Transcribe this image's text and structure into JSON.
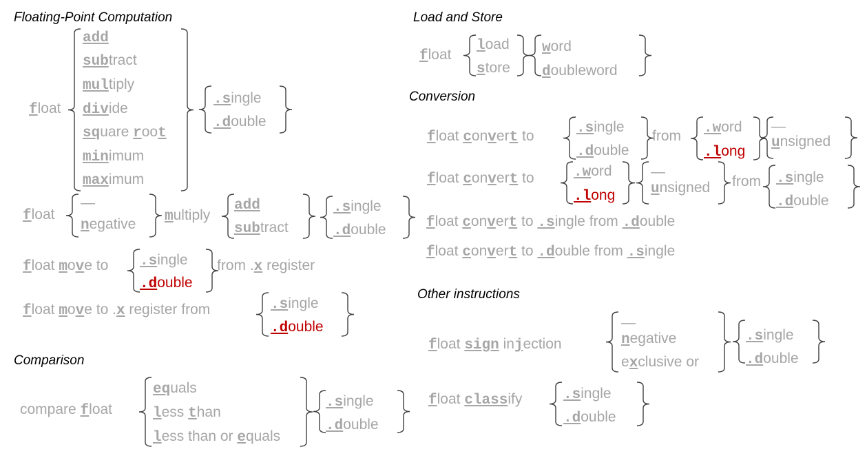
{
  "headers": {
    "fp": "Floating-Point  Computation",
    "ls": "Load and Store",
    "conv": "Conversion",
    "cmp": "Comparison",
    "other": "Other instructions"
  },
  "fp_ops": [
    {
      "bold": "add",
      "rest": ""
    },
    {
      "bold": "sub",
      "rest": "tract"
    },
    {
      "bold": "mul",
      "rest": "tiply"
    },
    {
      "bold": "div",
      "rest": "ide"
    },
    {
      "bold": "sq",
      "rest": "uare ",
      "bold2": "r",
      "rest2": "oo",
      "bold3": "t"
    },
    {
      "bold": "min",
      "rest": "imum"
    },
    {
      "bold": "max",
      "rest": "imum"
    }
  ],
  "fp_float": {
    "bold": "f",
    "rest": "loat"
  },
  "fp_prec": [
    {
      "bold": ".s",
      "rest": "ingle"
    },
    {
      "bold": ".d",
      "rest": "ouble"
    }
  ],
  "fneg": {
    "float": {
      "bold": "f",
      "rest": "loat"
    },
    "opt": [
      "—",
      {
        "bold": "n",
        "rest": "egative"
      }
    ],
    "mult": {
      "bold": "m",
      "rest": "ultiply"
    },
    "ops": [
      {
        "bold": "add",
        "rest": ""
      },
      {
        "bold": "sub",
        "rest": "tract"
      }
    ],
    "prec": [
      {
        "bold": ".s",
        "rest": "ingle"
      },
      {
        "bold": ".d",
        "rest": "ouble"
      }
    ]
  },
  "fmove1": {
    "float": {
      "bold": "f",
      "rest": "loat "
    },
    "move": {
      "bold": "m",
      "mid": "o",
      "bold2": "v",
      "rest": "e"
    },
    "to": " to",
    "prec": [
      {
        "bold": ".s",
        "rest": "ingle"
      },
      {
        "bold": ".d",
        "rest": "ouble"
      }
    ],
    "from": "from .",
    "x": "x",
    "reg": " register"
  },
  "fmove2": {
    "float": {
      "bold": "f",
      "rest": "loat "
    },
    "move": {
      "bold": "m",
      "mid": "o",
      "bold2": "v",
      "rest": "e"
    },
    "to": " to .",
    "x": "x",
    "regfrom": " register from",
    "prec": [
      {
        "bold": ".s",
        "rest": "ingle"
      },
      {
        "bold": ".d",
        "rest": "ouble"
      }
    ]
  },
  "cmp": {
    "compare": "compare ",
    "float": {
      "bold": "f",
      "rest": "loat"
    },
    "ops": [
      {
        "bold": "eq",
        "rest": "uals"
      },
      {
        "bold": "l",
        "rest": "ess ",
        "bold2": "t",
        "rest2": "han"
      },
      {
        "bold": "l",
        "rest": "ess than or ",
        "bold2": "e",
        "rest2": "quals"
      }
    ],
    "prec": [
      {
        "bold": ".s",
        "rest": "ingle"
      },
      {
        "bold": ".d",
        "rest": "ouble"
      }
    ]
  },
  "ls": {
    "float": {
      "bold": "f",
      "rest": "loat"
    },
    "ops": [
      {
        "bold": "l",
        "rest": "oad"
      },
      {
        "bold": "s",
        "rest": "tore"
      }
    ],
    "size": [
      {
        "bold": "w",
        "rest": "ord"
      },
      {
        "bold": "d",
        "rest": "oubleword"
      }
    ]
  },
  "conv1": {
    "prefix": {
      "f": "f",
      "loat": "loat ",
      "c": "c",
      "on": "on",
      "v": "v",
      "er": "er",
      "t": "t",
      "to": " to"
    },
    "prec": [
      {
        "bold": ".s",
        "rest": "ingle"
      },
      {
        "bold": ".d",
        "rest": "ouble"
      }
    ],
    "from": "from",
    "int": [
      {
        "bold": ".w",
        "rest": "ord"
      },
      {
        "bold": ".l",
        "rest": "ong"
      }
    ],
    "uns": [
      "—",
      {
        "bold": "u",
        "rest": "nsigned"
      }
    ]
  },
  "conv2": {
    "prefix": {
      "f": "f",
      "loat": "loat ",
      "c": "c",
      "on": "on",
      "v": "v",
      "er": "er",
      "t": "t",
      "to": " to"
    },
    "int": [
      {
        "bold": ".w",
        "rest": "ord"
      },
      {
        "bold": ".l",
        "rest": "ong"
      }
    ],
    "uns": [
      "—",
      {
        "bold": "u",
        "rest": "nsigned"
      }
    ],
    "from": "from",
    "prec": [
      {
        "bold": ".s",
        "rest": "ingle"
      },
      {
        "bold": ".d",
        "rest": "ouble"
      }
    ]
  },
  "conv3": {
    "a": " to ",
    "s": ".s",
    "ingle": "ingle from ",
    "d": ".d",
    "ouble": "ouble"
  },
  "conv4": {
    "a": " to ",
    "d": ".d",
    "ouble": "ouble from ",
    "s": ".s",
    "ingle": "ingle"
  },
  "sgnj": {
    "float": {
      "bold": "f",
      "rest": "loat "
    },
    "sign": "sign",
    "inj": {
      "pre": " in",
      "bold": "j",
      "rest": "ection"
    },
    "opts": [
      "—",
      {
        "bold": "n",
        "rest": "egative"
      },
      {
        "pre": "e",
        "bold": "x",
        "rest": "clusive or"
      }
    ],
    "prec": [
      {
        "bold": ".s",
        "rest": "ingle"
      },
      {
        "bold": ".d",
        "rest": "ouble"
      }
    ]
  },
  "fclass": {
    "float": {
      "bold": "f",
      "rest": "loat "
    },
    "class": "class",
    "ify": "ify",
    "prec": [
      {
        "bold": ".s",
        "rest": "ingle"
      },
      {
        "bold": ".d",
        "rest": "ouble"
      }
    ]
  },
  "colors": {
    "text": "#a6a6a6",
    "highlight": "#c00000",
    "brace": "#404040",
    "header": "#000000"
  }
}
